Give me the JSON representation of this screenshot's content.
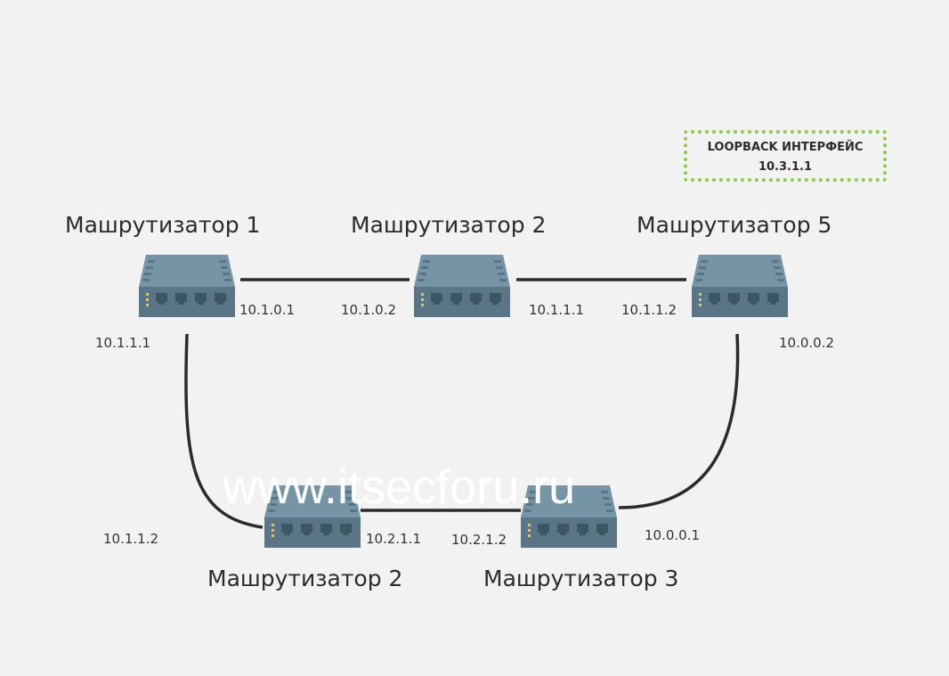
{
  "routers": [
    {
      "name": "Машрутизатор 1"
    },
    {
      "name": "Машрутизатор 2"
    },
    {
      "name": "Машрутизатор 5"
    },
    {
      "name": "Машрутизатор 2"
    },
    {
      "name": "Машрутизатор 3"
    }
  ],
  "ips": {
    "r1_right": "10.1.0.1",
    "r2_left": "10.1.0.2",
    "r2_right": "10.1.1.1",
    "r5_left": "10.1.1.2",
    "r1_down": "10.1.1.1",
    "r5_down": "10.0.0.2",
    "b1_left": "10.1.1.2",
    "b1_right": "10.2.1.1",
    "b2_left": "10.2.1.2",
    "b2_right": "10.0.0.1"
  },
  "loopback": {
    "title": "LOOPBACK ИНТЕРФЕЙС",
    "ip": "10.3.1.1"
  },
  "watermark": "www.itsecforu.ru",
  "colors": {
    "router_top": "#7595a6",
    "router_front": "#5a7585",
    "link": "#2b2b2b",
    "loopback_border": "#8cc84b"
  }
}
